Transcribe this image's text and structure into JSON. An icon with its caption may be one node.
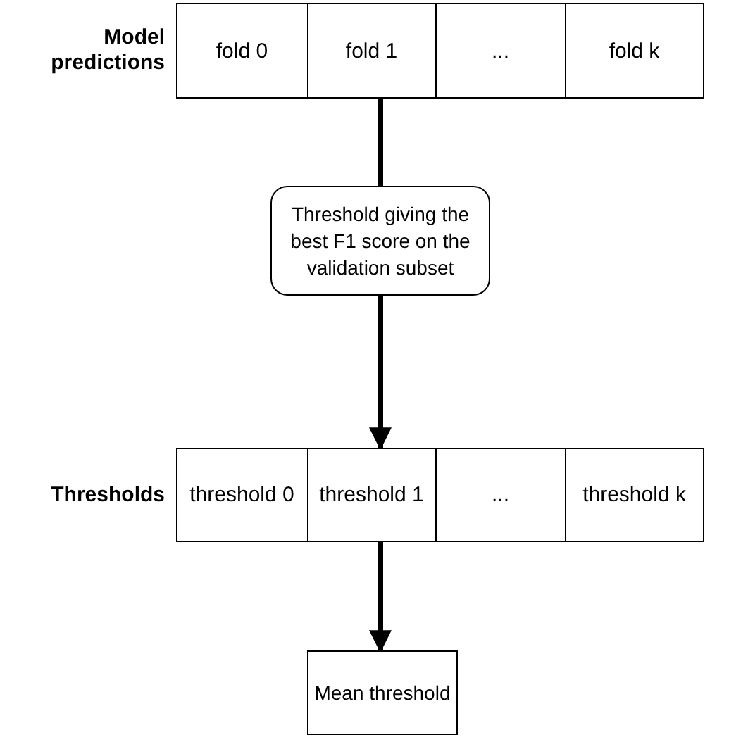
{
  "diagram": {
    "nodes": [
      {
        "text": [
          "Model predictions"
        ]
      },
      {
        "text": [
          "fold 0"
        ],
        "in": 0
      },
      {
        "text": [
          "fold 1"
        ],
        "in": 0
      },
      {
        "text": [
          "..."
        ],
        "in": 0
      },
      {
        "text": [
          "fold k"
        ],
        "in": 0
      },
      {
        "text": [
          "Threshold giving the best F1 score on the validation subset"
        ]
      },
      {
        "text": [
          "Thresholds"
        ]
      },
      {
        "text": [
          "threshold 0"
        ],
        "in": 6
      },
      {
        "text": [
          "threshold 1"
        ],
        "in": 6
      },
      {
        "text": [
          "..."
        ],
        "in": 6
      },
      {
        "text": [
          "threshold k"
        ],
        "in": 6
      },
      {
        "text": [
          "Mean threshold"
        ]
      }
    ],
    "edges": [
      {
        "from": 0,
        "to": 5,
        "arrow": "none"
      },
      {
        "from": 5,
        "to": 6,
        "arrow": "to"
      },
      {
        "from": 6,
        "to": 11,
        "arrow": "to"
      }
    ]
  }
}
